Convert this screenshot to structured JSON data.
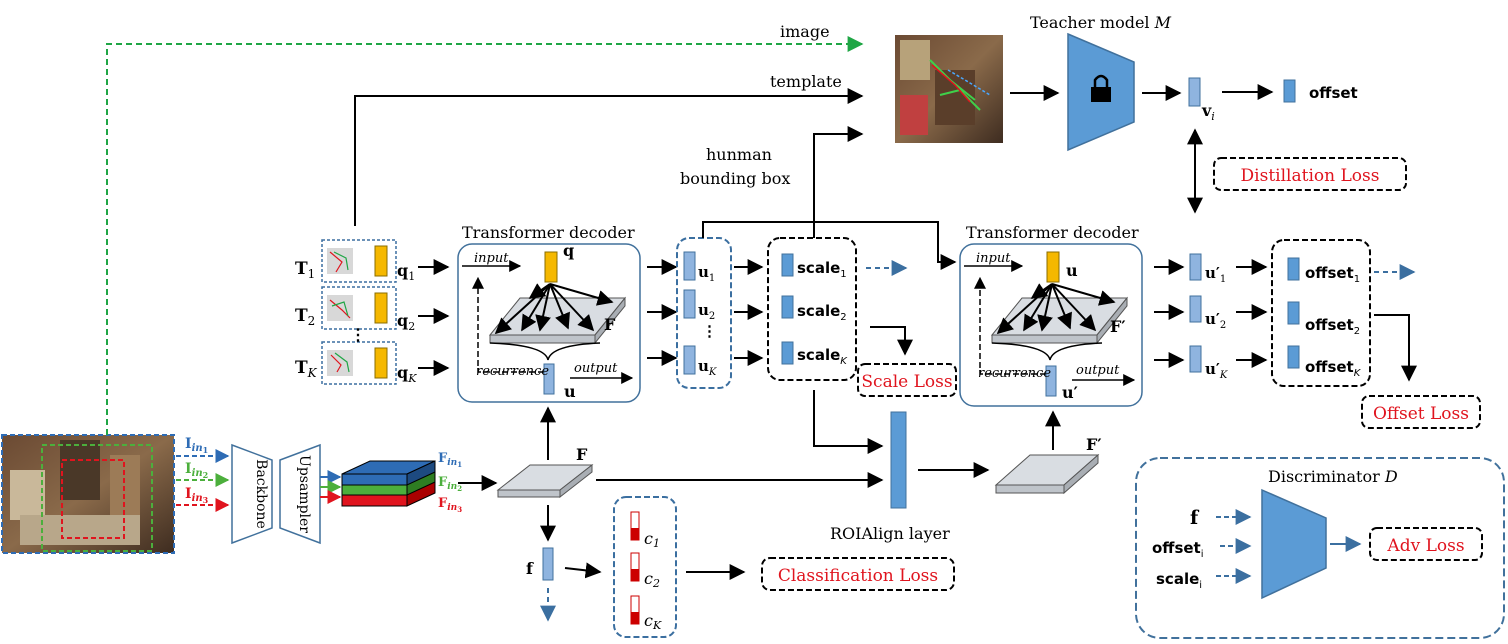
{
  "labels": {
    "image": "image",
    "template": "template",
    "teacher_prefix": "Teacher model ",
    "teacher_symbol": "M",
    "human_box_line1": "hunman",
    "human_box_line2": "bounding box",
    "transformer_decoder_1": "Transformer decoder",
    "transformer_decoder_2": "Transformer decoder",
    "input": "input",
    "output": "output",
    "recurrence": "recurrence",
    "backbone": "Backbone",
    "upsampler": "Upsampler",
    "roialign": "ROIAlign layer",
    "discriminator_prefix": "Discriminator ",
    "discriminator_symbol": "D",
    "offset_top": "offset",
    "vi": "v",
    "vi_sub": "i",
    "F": "F",
    "F_prime": "F′",
    "f": "f",
    "q": "q",
    "u": "u",
    "u_prime": "u′",
    "dots": "⋮",
    "disc_f": "f",
    "disc_offset": "offset",
    "disc_offset_sub": "i",
    "disc_scale": "scale",
    "disc_scale_sub": "i"
  },
  "templates": [
    {
      "T": "T",
      "sub": "1",
      "q": "q",
      "qsub": "1"
    },
    {
      "T": "T",
      "sub": "2",
      "q": "q",
      "qsub": "2"
    },
    {
      "T": "T",
      "sub": "K",
      "q": "q",
      "qsub": "K"
    }
  ],
  "u_items": [
    {
      "name": "u",
      "sub": "1"
    },
    {
      "name": "u",
      "sub": "2"
    },
    {
      "name": "u",
      "sub": "K"
    }
  ],
  "scale_items": [
    {
      "name": "scale",
      "sub": "1"
    },
    {
      "name": "scale",
      "sub": "2"
    },
    {
      "name": "scale",
      "sub": "K"
    }
  ],
  "uprime_items": [
    {
      "name": "u′",
      "sub": "1"
    },
    {
      "name": "u′",
      "sub": "2"
    },
    {
      "name": "u′",
      "sub": "K"
    }
  ],
  "offset_items": [
    {
      "name": "offset",
      "sub": "1"
    },
    {
      "name": "offset",
      "sub": "2"
    },
    {
      "name": "offset",
      "sub": "K"
    }
  ],
  "c_items": [
    {
      "name": "c",
      "sub": "1"
    },
    {
      "name": "c",
      "sub": "2"
    },
    {
      "name": "c",
      "sub": "K"
    }
  ],
  "inputs": [
    {
      "name": "I",
      "sub": "in",
      "subsub": "1",
      "color": "#2e6cb5"
    },
    {
      "name": "I",
      "sub": "in",
      "subsub": "2",
      "color": "#4caf3c"
    },
    {
      "name": "I",
      "sub": "in",
      "subsub": "3",
      "color": "#e0141e"
    }
  ],
  "features": [
    {
      "name": "F",
      "sub": "in",
      "subsub": "1",
      "color": "#2e6cb5"
    },
    {
      "name": "F",
      "sub": "in",
      "subsub": "2",
      "color": "#4caf3c"
    },
    {
      "name": "F",
      "sub": "in",
      "subsub": "3",
      "color": "#e0141e"
    }
  ],
  "losses": {
    "distillation": "Distillation Loss",
    "scale": "Scale Loss",
    "offset": "Offset Loss",
    "classification": "Classification Loss",
    "adv": "Adv Loss"
  },
  "colors": {
    "loss_text": "#e0141e",
    "blue_block": "#5b9bd5",
    "gold_block": "#f5b800",
    "dashed_green": "#1fa645",
    "dashed_blue": "#3b6fa0",
    "panel_border": "#41719c"
  }
}
